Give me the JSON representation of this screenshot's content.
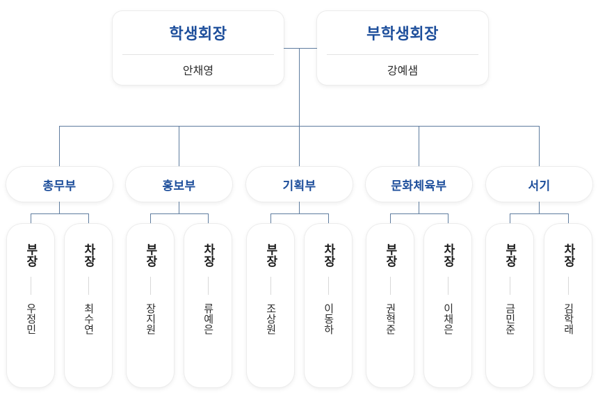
{
  "theme": {
    "accent_blue": "#1d4e9b",
    "line_color": "#5d7b9e",
    "text_dark": "#1b1b1b",
    "card_bg": "#ffffff",
    "page_bg": "#ffffff"
  },
  "executives": [
    {
      "title": "학생회장",
      "name": "안채영"
    },
    {
      "title": "부학생회장",
      "name": "강예샘"
    }
  ],
  "departments": [
    {
      "name": "총무부",
      "members": [
        {
          "role": "부장",
          "name": "우정민"
        },
        {
          "role": "차장",
          "name": "최수연"
        }
      ]
    },
    {
      "name": "홍보부",
      "members": [
        {
          "role": "부장",
          "name": "장지원"
        },
        {
          "role": "차장",
          "name": "류예은"
        }
      ]
    },
    {
      "name": "기획부",
      "members": [
        {
          "role": "부장",
          "name": "조상원"
        },
        {
          "role": "차장",
          "name": "이동하"
        }
      ]
    },
    {
      "name": "문화체육부",
      "members": [
        {
          "role": "부장",
          "name": "권혁준"
        },
        {
          "role": "차장",
          "name": "이채은"
        }
      ]
    },
    {
      "name": "서기",
      "members": [
        {
          "role": "부장",
          "name": "금민준"
        },
        {
          "role": "차장",
          "name": "김학래"
        }
      ]
    }
  ]
}
